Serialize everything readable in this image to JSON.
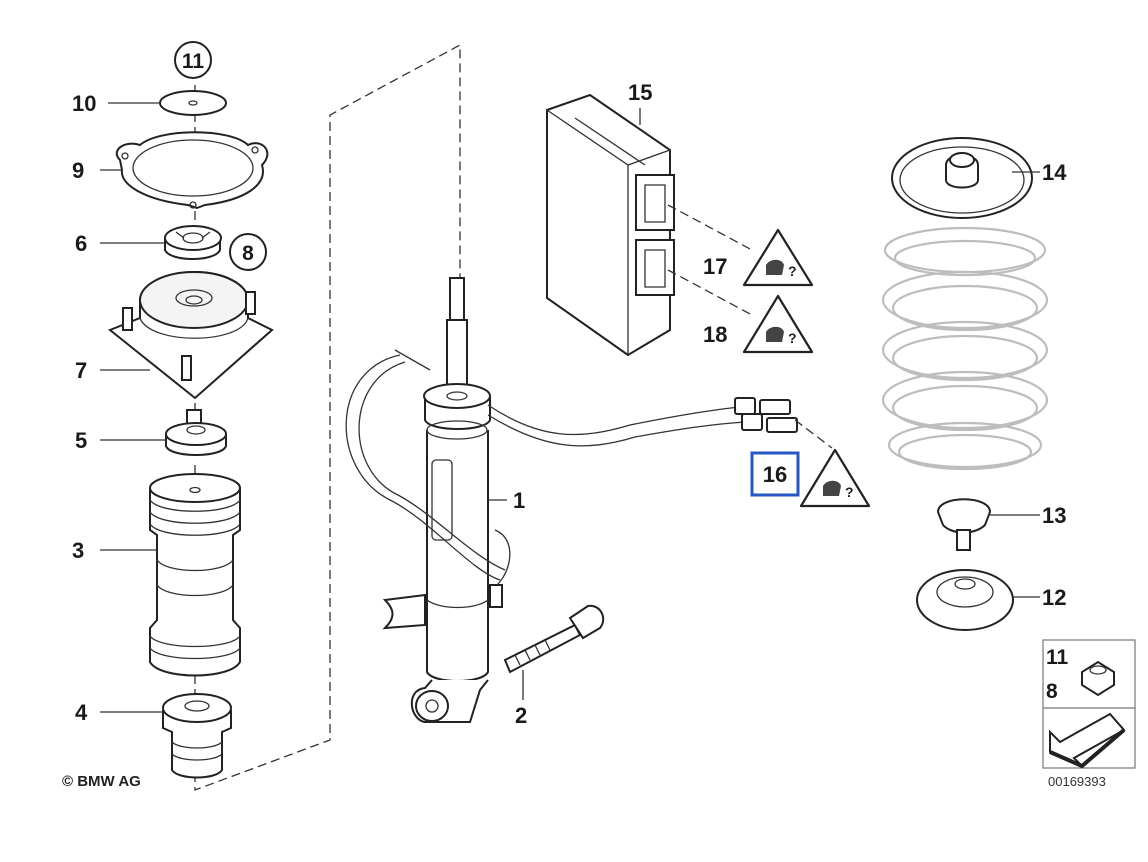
{
  "callouts": {
    "c1": "1",
    "c2": "2",
    "c3": "3",
    "c4": "4",
    "c5": "5",
    "c6": "6",
    "c7": "7",
    "c8": "8",
    "c9": "9",
    "c10": "10",
    "c11": "11",
    "c12": "12",
    "c13": "13",
    "c14": "14",
    "c15": "15",
    "c16": "16",
    "c17": "17",
    "c18": "18"
  },
  "legend_box": {
    "top_number": "11",
    "bottom_number": "8"
  },
  "copyright": "© BMW AG",
  "document_number": "00169393",
  "highlight_color": "#2756c5"
}
